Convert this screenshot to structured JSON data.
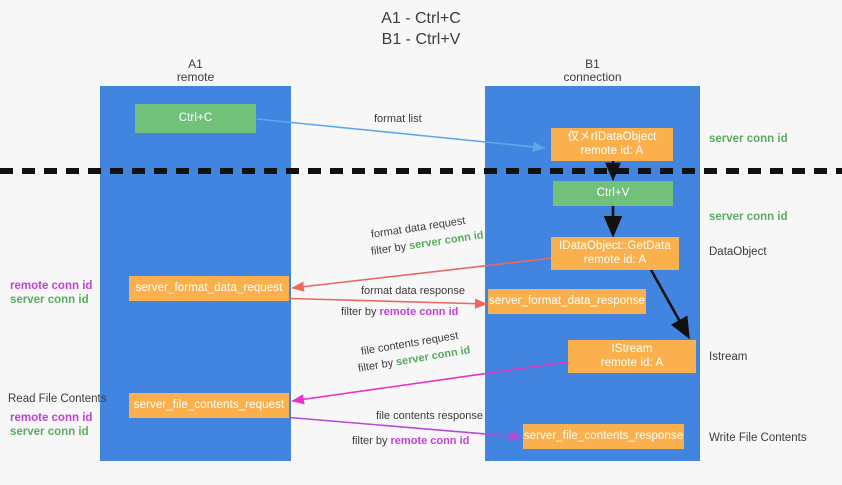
{
  "title": "A1 - Ctrl+C\nB1 - Ctrl+V",
  "colors": {
    "background": "#f7f7f7",
    "lane": "#4285e0",
    "node_orange": "#fbb04e",
    "node_green": "#71c17b",
    "text_dark": "#3c3c3c",
    "green_text": "#5aab63",
    "purple_text": "#c042d6",
    "arrow_blue": "#5fa8e8",
    "arrow_red": "#ea6a63",
    "arrow_magenta": "#e832c8",
    "arrow_purple": "#b54bd6",
    "arrow_black": "#111111",
    "divider": "#111111"
  },
  "lanes": [
    {
      "name": "A1",
      "sub": "remote"
    },
    {
      "name": "B1",
      "sub": "connection"
    }
  ],
  "nodes": [
    {
      "id": "ctrl-c",
      "label": "Ctrl+C",
      "color": "green"
    },
    {
      "id": "ridataobject",
      "label": "仅㐅rIDataObject\nremote id: A",
      "color": "orange"
    },
    {
      "id": "ctrl-v",
      "label": "Ctrl+V",
      "color": "green"
    },
    {
      "id": "idataobject-getdata",
      "label": "IDataObject::GetData\nremote id: A",
      "color": "orange"
    },
    {
      "id": "server-format-data-request",
      "label": "server_format_data_request",
      "color": "orange"
    },
    {
      "id": "server-format-data-response",
      "label": "server_format_data_response",
      "color": "orange"
    },
    {
      "id": "istream",
      "label": "IStream\nremote id: A",
      "color": "orange"
    },
    {
      "id": "server-file-contents-request",
      "label": "server_file_contents_request",
      "color": "orange"
    },
    {
      "id": "server-file-contents-response",
      "label": "server_file_contents_response",
      "color": "orange"
    }
  ],
  "edge_labels": {
    "format_list": "format list",
    "format_data_request": "format data request",
    "format_data_response": "format data response",
    "file_contents_request": "file contents request",
    "file_contents_response": "file contents response",
    "filter_by": "filter by ",
    "server_conn_id": "server conn id",
    "remote_conn_id": "remote conn id"
  },
  "right_labels": [
    {
      "id": "server-conn-id-top",
      "text": "server conn id",
      "style": "green"
    },
    {
      "id": "server-conn-id-second",
      "text": "server conn id",
      "style": "green"
    },
    {
      "id": "dataobject",
      "text": "DataObject",
      "style": "dark"
    },
    {
      "id": "istream-label",
      "text": "Istream",
      "style": "dark"
    },
    {
      "id": "write-file-contents",
      "text": "Write File Contents",
      "style": "dark"
    }
  ],
  "left_labels": {
    "group_one": {
      "remote": "remote conn id",
      "server": "server conn id"
    },
    "read_file_contents": "Read File Contents",
    "group_two": {
      "remote": "remote conn id",
      "server": "server conn id"
    }
  }
}
